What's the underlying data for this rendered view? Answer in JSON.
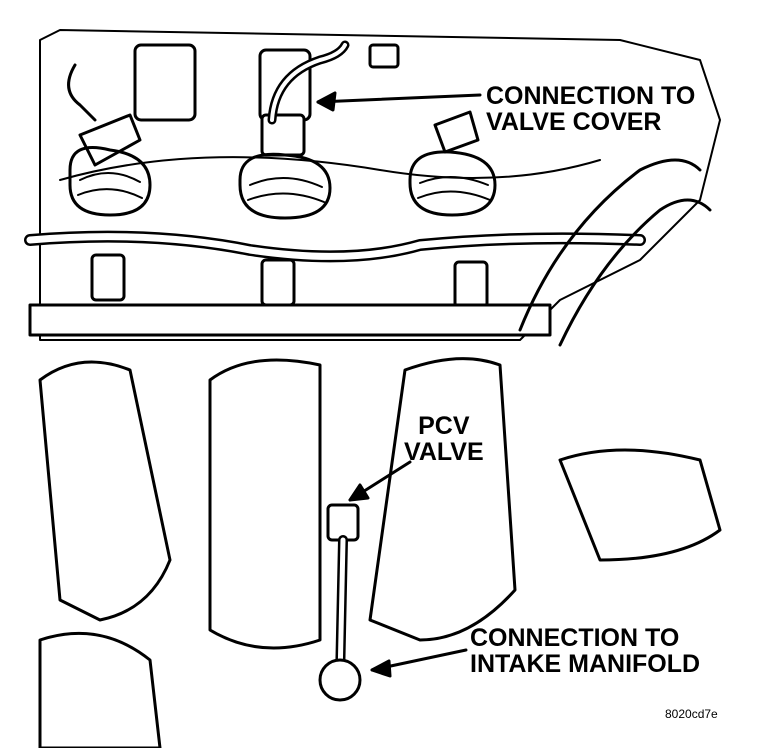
{
  "callouts": {
    "valve_cover": {
      "line1": "CONNECTION TO",
      "line2": "VALVE COVER"
    },
    "pcv_valve": {
      "line1": "PCV",
      "line2": "VALVE"
    },
    "intake_manifold": {
      "line1": "CONNECTION TO",
      "line2": "INTAKE MANIFOLD"
    }
  },
  "figure_id": "8020cd7e",
  "colors": {
    "ink": "#000000",
    "paper": "#ffffff"
  }
}
